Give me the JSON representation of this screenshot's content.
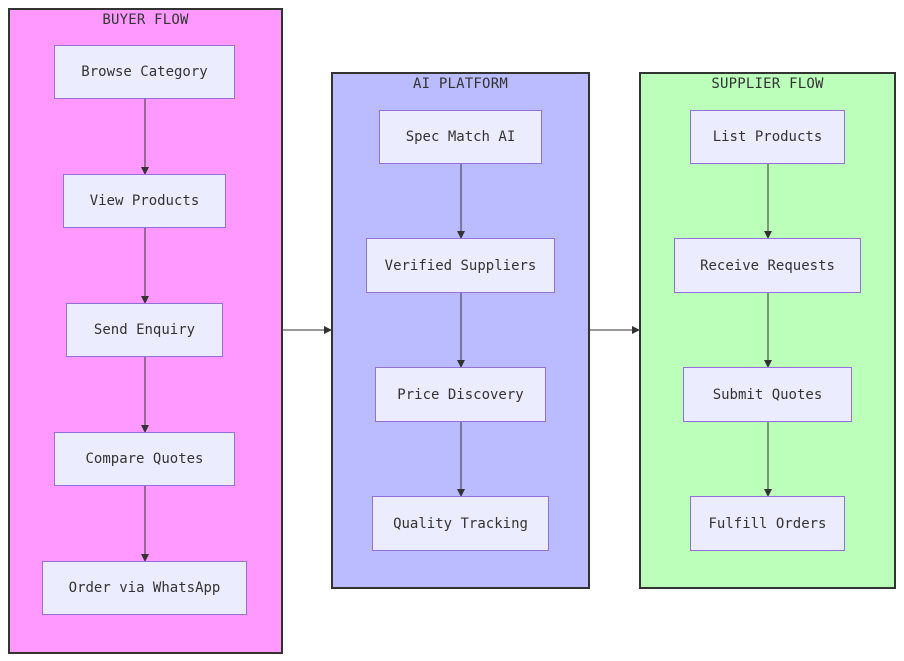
{
  "colors": {
    "buyer_fill": "#ff99ff",
    "platform_fill": "#bbbbff",
    "supplier_fill": "#bbffbb",
    "node_fill": "#ececff",
    "node_border": "#9370db",
    "line": "#333333"
  },
  "lanes": {
    "buyer": {
      "title": "BUYER FLOW",
      "nodes": [
        "Browse Category",
        "View Products",
        "Send Enquiry",
        "Compare Quotes",
        "Order via WhatsApp"
      ]
    },
    "platform": {
      "title": "AI PLATFORM",
      "nodes": [
        "Spec Match AI",
        "Verified Suppliers",
        "Price Discovery",
        "Quality Tracking"
      ]
    },
    "supplier": {
      "title": "SUPPLIER FLOW",
      "nodes": [
        "List Products",
        "Receive Requests",
        "Submit Quotes",
        "Fulfill Orders"
      ]
    }
  }
}
